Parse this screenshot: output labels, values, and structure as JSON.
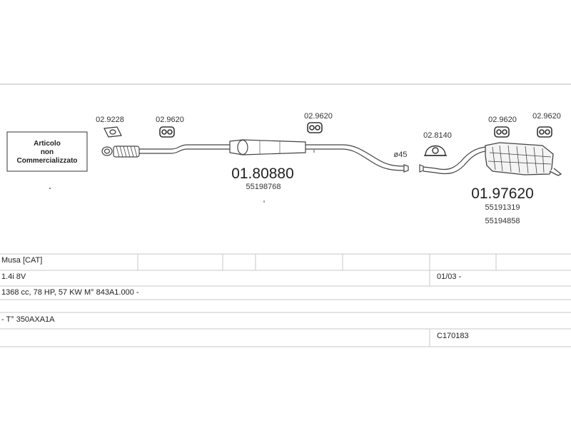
{
  "diagram": {
    "not_sold_box": {
      "line1": "Articolo",
      "line2": "non",
      "line3": "Commercializzato"
    },
    "parts": {
      "gasket": "02.9228",
      "hanger_front": "02.9620",
      "hanger_mid": "02.9620",
      "clamp": "02.8140",
      "hanger_rear_1": "02.9620",
      "hanger_rear_2": "02.9620"
    },
    "diameter_label": "ø45",
    "middle_silencer": {
      "code": "01.80880",
      "oem": "55198768"
    },
    "rear_silencer": {
      "code": "01.97620",
      "oem_1": "55191319",
      "oem_2": "55194858"
    }
  },
  "table": {
    "row1": {
      "model": "Musa  [CAT]"
    },
    "row2": {
      "engine": "1.4i  8V",
      "date": "01/03 -"
    },
    "row3": {
      "spec": "1368 cc, 78 HP, 57 KW  M° 843A1.000 -"
    },
    "row4": {
      "type": "- T° 350AXA1A"
    },
    "row5": {
      "ref": "C170183"
    }
  }
}
